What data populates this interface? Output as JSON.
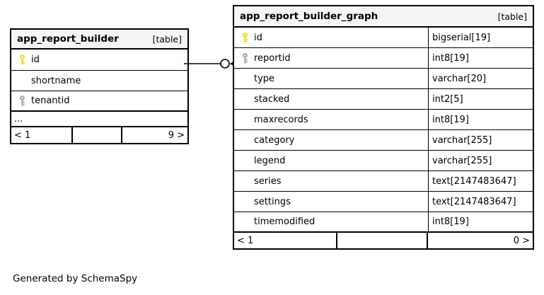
{
  "diagram": {
    "caption": "Generated by SchemaSpy",
    "table_tag": "[table]",
    "pk_icon": "yellow-key-icon",
    "fk_icon": "grey-key-icon",
    "pk_color": "#eee021",
    "fk_color": "#aaaaaa",
    "header_bg": "#f5f5f5",
    "border_color": "#000000",
    "ellipsis": "..."
  },
  "tables": [
    {
      "id": "app_report_builder",
      "name": "app_report_builder",
      "tag": "[table]",
      "columns": [
        {
          "name": "id",
          "type": "",
          "key": "pk"
        },
        {
          "name": "shortname",
          "type": "",
          "key": "none"
        },
        {
          "name": "tenantid",
          "type": "",
          "key": "fk"
        }
      ],
      "truncated": "...",
      "footer": {
        "prev": "< 1",
        "middle": "",
        "next": "9 >"
      }
    },
    {
      "id": "app_report_builder_graph",
      "name": "app_report_builder_graph",
      "tag": "[table]",
      "columns": [
        {
          "name": "id",
          "type": "bigserial[19]",
          "key": "pk"
        },
        {
          "name": "reportid",
          "type": "int8[19]",
          "key": "fk"
        },
        {
          "name": "type",
          "type": "varchar[20]",
          "key": "none"
        },
        {
          "name": "stacked",
          "type": "int2[5]",
          "key": "none"
        },
        {
          "name": "maxrecords",
          "type": "int8[19]",
          "key": "none"
        },
        {
          "name": "category",
          "type": "varchar[255]",
          "key": "none"
        },
        {
          "name": "legend",
          "type": "varchar[255]",
          "key": "none"
        },
        {
          "name": "series",
          "type": "text[2147483647]",
          "key": "none"
        },
        {
          "name": "settings",
          "type": "text[2147483647]",
          "key": "none"
        },
        {
          "name": "timemodified",
          "type": "int8[19]",
          "key": "none"
        }
      ],
      "footer": {
        "prev": "< 1",
        "middle": "",
        "next": "0 >"
      }
    }
  ],
  "relationship": {
    "from_table": "app_report_builder",
    "from_column": "id",
    "to_table": "app_report_builder_graph",
    "to_column": "reportid",
    "from_cardinality": "zero-or-one",
    "to_cardinality": "many"
  }
}
